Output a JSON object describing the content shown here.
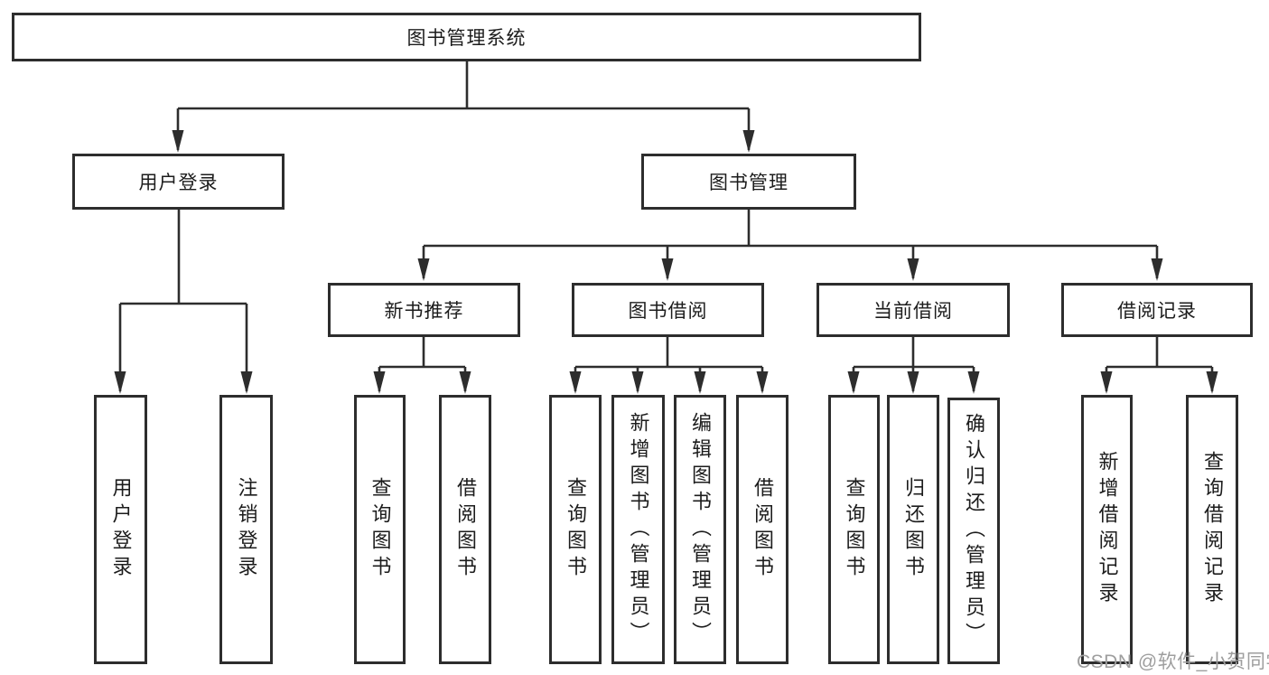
{
  "nodes": {
    "root": "图书管理系统",
    "user_login": "用户登录",
    "book_mgmt": "图书管理",
    "new_book": "新书推荐",
    "book_borrow": "图书借阅",
    "current_borrow": "当前借阅",
    "borrow_record": "借阅记录",
    "leaf_user_login": "用户登录",
    "leaf_logout": "注销登录",
    "nb_query_book": "查询图书",
    "nb_borrow_book": "借阅图书",
    "bb_query_book": "查询图书",
    "bb_add_book": "新增图书（管理员）",
    "bb_edit_book": "编辑图书（管理员）",
    "bb_borrow_book": "借阅图书",
    "cb_query_book": "查询图书",
    "cb_return_book": "归还图书",
    "cb_confirm_return": "确认归还（管理员）",
    "br_add_record": "新增借阅记录",
    "br_query_record": "查询借阅记录"
  },
  "watermark": "CSDN @软件_小贺同学",
  "colors": {
    "line": "#2d2d2d",
    "text": "#1c1c1c",
    "watermark": "#9e9e9e",
    "background": "#ffffff"
  }
}
